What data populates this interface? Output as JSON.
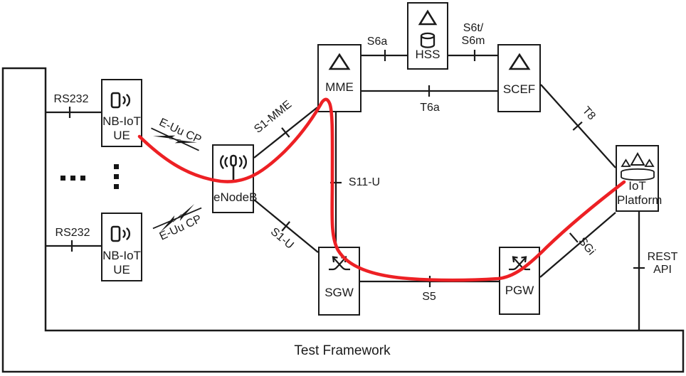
{
  "nodes": {
    "ue_top": {
      "label": "NB-IoT UE",
      "icon": "phone-signal-icon"
    },
    "ue_bottom": {
      "label": "NB-IoT UE",
      "icon": "phone-signal-icon"
    },
    "enodeb": {
      "label": "eNodeB",
      "icon": "antenna-icon"
    },
    "mme": {
      "label": "MME",
      "icon": "triangle-icon"
    },
    "hss": {
      "label": "HSS",
      "icon": "triangle-database-icon"
    },
    "scef": {
      "label": "SCEF",
      "icon": "triangle-icon"
    },
    "sgw": {
      "label": "SGW",
      "icon": "crossed-arrows-icon"
    },
    "pgw": {
      "label": "PGW",
      "icon": "crossed-arrows-icon"
    },
    "iot_platform": {
      "label": "IoT Platform",
      "icon": "triangles-disk-icon"
    },
    "test_framework": {
      "label": "Test Framework"
    }
  },
  "links": {
    "rs232_top": {
      "label": "RS232"
    },
    "rs232_bottom": {
      "label": "RS232"
    },
    "euu_cp_top": {
      "label": "E-Uu CP"
    },
    "euu_cp_bottom": {
      "label": "E-Uu CP"
    },
    "s1_mme": {
      "label": "S1-MME"
    },
    "s1_u": {
      "label": "S1-U"
    },
    "s6a": {
      "label": "S6a"
    },
    "s6t_s6m": {
      "label": "S6t/\nS6m"
    },
    "t6a": {
      "label": "T6a"
    },
    "t8": {
      "label": "T8"
    },
    "s11_u": {
      "label": "S11-U"
    },
    "s5": {
      "label": "S5"
    },
    "sgi": {
      "label": "SGi"
    },
    "rest_api": {
      "label": "REST\nAPI"
    }
  },
  "colors": {
    "line": "#1a1a1a",
    "highlight_path": "#ed2024",
    "background": "#ffffff"
  },
  "ellipsis": {
    "horizontal_dots": 3,
    "vertical_dots": 3
  }
}
